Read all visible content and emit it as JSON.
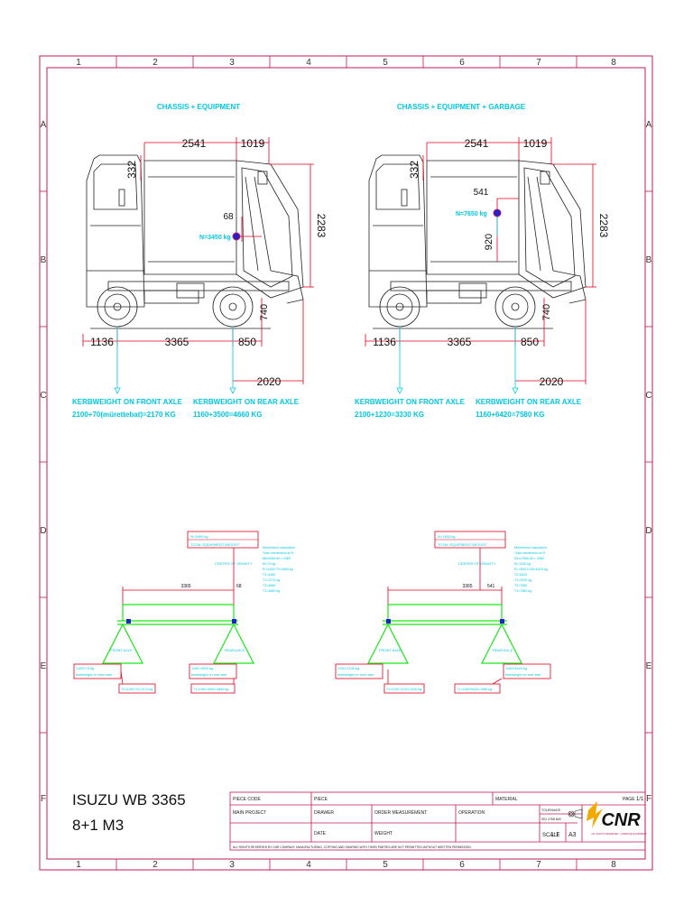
{
  "frame": {
    "columns": [
      "1",
      "2",
      "3",
      "4",
      "5",
      "6",
      "7",
      "8"
    ],
    "rows": [
      "A",
      "B",
      "C",
      "D",
      "E",
      "F"
    ]
  },
  "left_view": {
    "title": "CHASSIS + EQUIPMENT",
    "dim_top_left": "2541",
    "dim_top_right": "1019",
    "dim_vertical_left": "332",
    "dim_vertical_right": "2283",
    "cog_offset": "68",
    "cog_label": "N=3450 kg",
    "dim_rear_height": "740",
    "dim_bottom_1": "1136",
    "dim_bottom_2": "3365",
    "dim_bottom_3": "850",
    "dim_overall": "2020",
    "front_axle_label": "KERBWEIGHT ON FRONT AXLE",
    "front_axle_calc": "2100+70(mürettebat)=2170 KG",
    "rear_axle_label": "KERBWEIGHT ON REAR AXLE",
    "rear_axle_calc": "1160+3500=4660 KG"
  },
  "right_view": {
    "title": "CHASSIS + EQUIPMENT + GARBAGE",
    "dim_top_left": "2541",
    "dim_top_right": "1019",
    "dim_vertical_left": "332",
    "dim_vertical_right": "2283",
    "cog_offset": "541",
    "cog_label": "N=7650 kg",
    "cog_height": "920",
    "dim_rear_height": "740",
    "dim_bottom_1": "1136",
    "dim_bottom_2": "3365",
    "dim_bottom_3": "850",
    "dim_overall": "2020",
    "front_axle_label": "KERBWEIGHT ON FRONT AXLE",
    "front_axle_calc": "2100+1230=3330 KG",
    "rear_axle_label": "KERBWEIGHT ON REAR AXLE",
    "rear_axle_calc": "1160+6420=7580 KG"
  },
  "left_beam": {
    "load_box_1": "N=3450 kg",
    "load_box_2": "TOTAL EQUIPMENT WEIGHT",
    "cog_note": "CENTER OF GRAVITY",
    "calc_lines": [
      "Momentum calculation",
      "Total momentum at R",
      "68x3450=M = 3365",
      "M=70 kg",
      "R=3450+70=3500 kg",
      "T2=3450",
      "T1=2170 kg",
      "T2=4660",
      "T1=4660 kg"
    ],
    "span": "3365",
    "offset": "68",
    "front_label": "FRONT AXLE",
    "rear_label": "REAR AXLE",
    "front_box_1": "2100+70 kg",
    "front_box_2": "kerbweight on front axle",
    "rear_box_1": "1160+3500 kg",
    "rear_box_2": "kerbweight on rear axle",
    "front_total": "T2=2100+70=2170 kg",
    "rear_total": "T1=1160+3500=4660 kg"
  },
  "right_beam": {
    "load_box_1": "N=7650 kg",
    "load_box_2": "TOTAL EQUIPMENT WEIGHT",
    "cog_note": "CENTER OF GRAVITY",
    "calc_lines": [
      "Momentum calculation",
      "Total momentum at R",
      "541x7650=M = 3365",
      "M=1230 kg",
      "R=7650-1230=6420 kg",
      "T2=6420",
      "T1=3330 kg",
      "T2=7580",
      "T1=7580 kg"
    ],
    "span": "3365",
    "offset": "541",
    "front_label": "FRONT AXLE",
    "rear_label": "REAR AXLE",
    "front_box_1": "2100+1230 kg",
    "front_box_2": "kerbweight on front axle",
    "rear_box_1": "1160+6420 kg",
    "rear_box_2": "kerbweight on rear axle",
    "front_total": "T2=2100+1230=3330 kg",
    "rear_total": "T1=1160+6420=7580 kg"
  },
  "project": {
    "line1": "ISUZU WB 3365",
    "line2": "8+1 M3"
  },
  "title_block": {
    "piece_code": "PIECE CODE",
    "piece": "PIECE",
    "material": "MATERIAL",
    "page": "PAGE",
    "page_no": "1/1",
    "main_project": "MAIN PROJECT",
    "drawer": "DRAWER",
    "order_measurement": "ORDER MEASUREMENT",
    "operation": "OPERATION",
    "tolerance": "TOLERANCE",
    "tolerance_std": "ISO 2768 M/K",
    "date": "DATE",
    "weight": "WEIGHT",
    "scale_label": "SCALE",
    "scale_value": "1:1",
    "paper": "A3",
    "logo": "CNR",
    "logo_sub": "ALL RIGHTS RESERVED - GARBAGE EQUIPMENT",
    "footer": "ALL RIGHTS RESERVED BY CNR COMPANY. MANUFACTURING, COPYING AND SHARING WITH THIRD PARTIES ARE NOT PERMITTED WITHOUT WRITTEN PERMISSION."
  },
  "colors": {
    "frame": "#c2185b",
    "dim": "#e0001b",
    "annotation": "#00c8e0",
    "beam": "#19e619",
    "marker": "#2222cc"
  }
}
